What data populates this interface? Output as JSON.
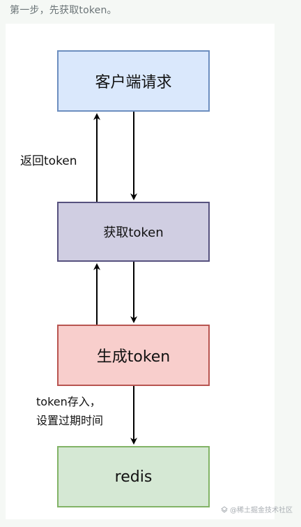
{
  "intro_text": "第一步，先获取token。",
  "nodes": {
    "client": "客户端请求",
    "fetch": "获取token",
    "generate": "生成token",
    "redis": "redis"
  },
  "edge_labels": {
    "return_token": "返回token",
    "store_line1": "token存入，",
    "store_line2": "设置过期时间"
  },
  "watermark": "@稀土掘金技术社区",
  "colors": {
    "client_fill": "#dae8fc",
    "client_border": "#6c8ebf",
    "fetch_fill": "#d0cee2",
    "fetch_border": "#56517e",
    "generate_fill": "#f8cecc",
    "generate_border": "#b85450",
    "redis_fill": "#d5e8d4",
    "redis_border": "#82b366"
  }
}
